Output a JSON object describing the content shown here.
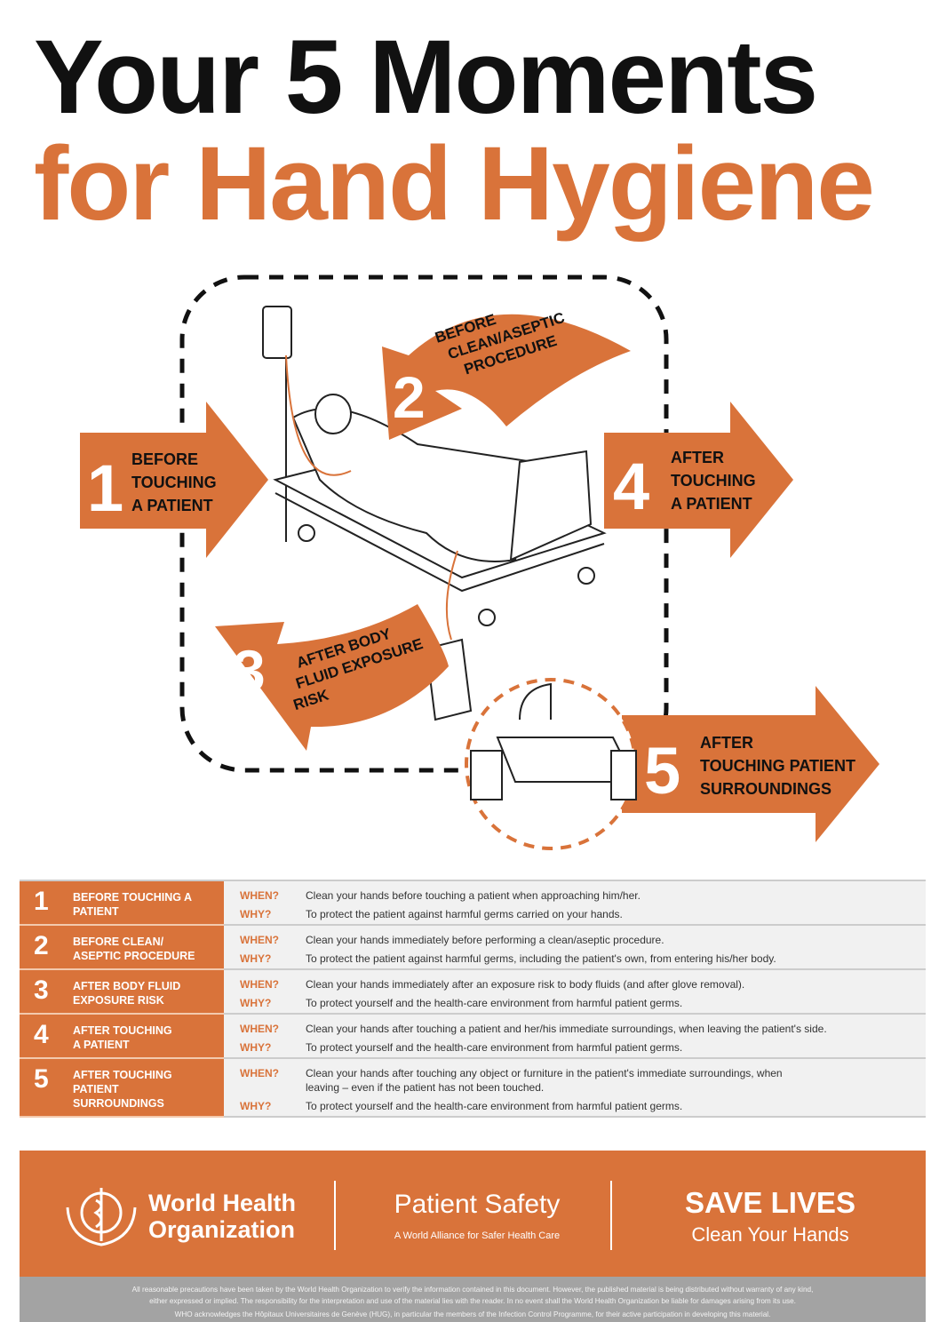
{
  "title": {
    "line1": "Your 5 Moments",
    "line2": "for Hand Hygiene"
  },
  "colors": {
    "accent": "#d9733a",
    "table_bg": "#f1f1f1",
    "disclaimer_bg": "#a3a3a3"
  },
  "diagram": {
    "m1": {
      "num": "1",
      "l1": "BEFORE",
      "l2": "TOUCHING",
      "l3": "A PATIENT"
    },
    "m2": {
      "num": "2",
      "l1": "BEFORE",
      "l2": "CLEAN/ASEPTIC",
      "l3": "PROCEDURE"
    },
    "m3": {
      "num": "3",
      "l1": "AFTER BODY",
      "l2": "FLUID EXPOSURE",
      "l3": "RISK"
    },
    "m4": {
      "num": "4",
      "l1": "AFTER",
      "l2": "TOUCHING",
      "l3": "A PATIENT"
    },
    "m5": {
      "num": "5",
      "l1": "AFTER",
      "l2": "TOUCHING PATIENT",
      "l3": "SURROUNDINGS"
    }
  },
  "table": {
    "when_label": "WHEN?",
    "why_label": "WHY?",
    "rows": [
      {
        "num": "1",
        "label": "BEFORE TOUCHING A PATIENT",
        "when": "Clean your hands before touching a patient when approaching him/her.",
        "why": "To protect the patient against harmful germs carried on your hands."
      },
      {
        "num": "2",
        "label": "BEFORE CLEAN/ ASEPTIC PROCEDURE",
        "when": "Clean your hands immediately before performing a clean/aseptic procedure.",
        "why": "To protect the patient against harmful germs, including the patient's own, from entering his/her body."
      },
      {
        "num": "3",
        "label": "AFTER BODY FLUID EXPOSURE RISK",
        "when": "Clean your hands immediately after an exposure risk to body fluids (and after glove removal).",
        "why": "To protect yourself and the health-care environment from harmful patient germs."
      },
      {
        "num": "4",
        "label": "AFTER TOUCHING A PATIENT",
        "when": "Clean your hands after touching a patient and her/his immediate surroundings, when leaving the patient's side.",
        "why": "To protect yourself and the health-care environment from harmful patient germs."
      },
      {
        "num": "5",
        "label": "AFTER TOUCHING PATIENT SURROUNDINGS",
        "when": "Clean your hands after touching any object or furniture in the patient's immediate surroundings, when leaving – even if the patient has not been touched.",
        "why": "To protect yourself and the health-care environment from harmful patient germs."
      }
    ]
  },
  "footer": {
    "who_line1": "World Health",
    "who_line2": "Organization",
    "ps_title": "Patient Safety",
    "ps_sub": "A World Alliance for Safer Health Care",
    "save_lives": "SAVE LIVES",
    "clean_hands": "Clean Your Hands"
  },
  "disclaimer": {
    "l1": "All reasonable precautions have been taken by the World Health Organization to verify the information contained in this document. However, the published material is being distributed without warranty of any kind,",
    "l2": "either expressed or implied. The responsibility for the interpretation and use of the material lies with the reader. In no event shall the World Health Organization be liable for damages arising from its use.",
    "l3": "WHO acknowledges the Hôpitaux Universitaires de Genève (HUG), in particular the members of the Infection Control Programme, for their active participation in developing this material."
  }
}
